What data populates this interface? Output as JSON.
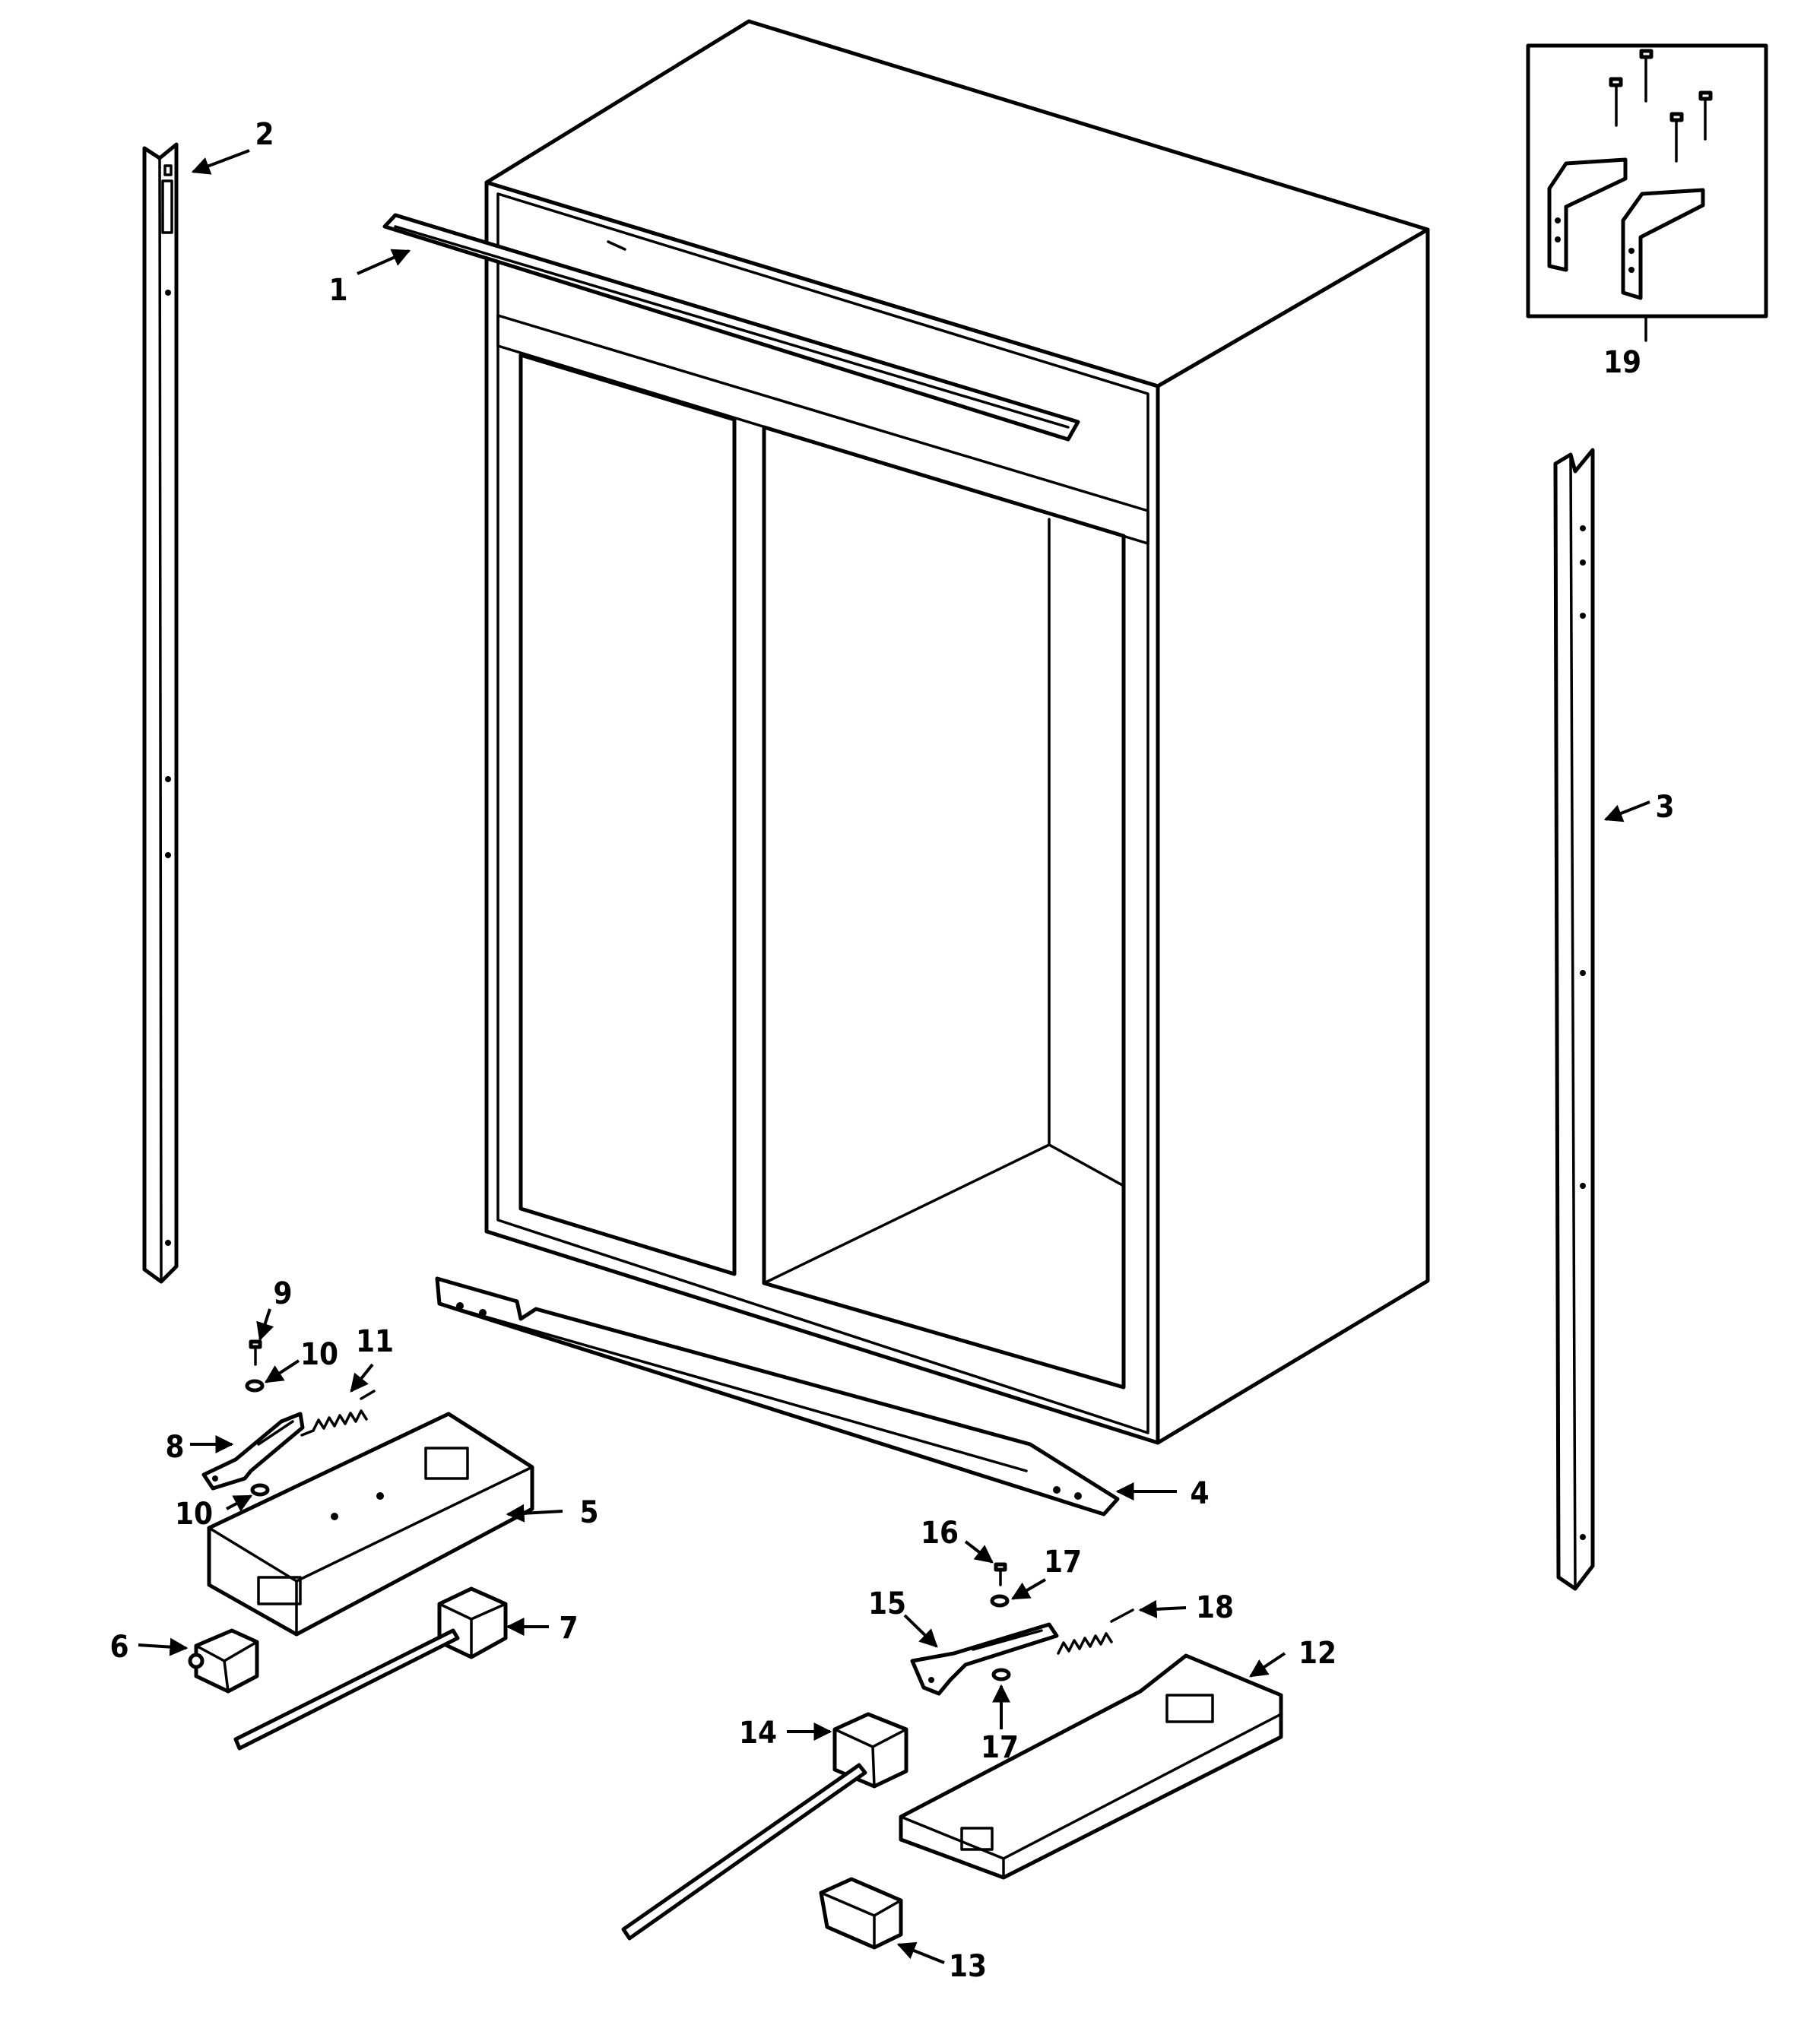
{
  "callouts": {
    "c1": "1",
    "c2": "2",
    "c3": "3",
    "c4": "4",
    "c5": "5",
    "c6": "6",
    "c7": "7",
    "c8": "8",
    "c9": "9",
    "c10a": "10",
    "c10b": "10",
    "c11": "11",
    "c12": "12",
    "c13": "13",
    "c14": "14",
    "c15": "15",
    "c16": "16",
    "c17a": "17",
    "c17b": "17",
    "c18": "18",
    "c19": "19"
  }
}
